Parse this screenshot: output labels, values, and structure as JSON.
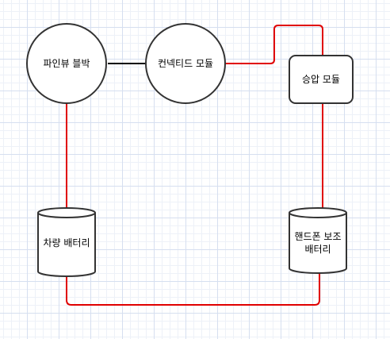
{
  "diagram": {
    "nodes": {
      "blackbox": {
        "label": "파인뷰 블박"
      },
      "connected_module": {
        "label": "컨넥티드 모듈"
      },
      "boost_module": {
        "label": "승압 모듈"
      },
      "car_battery": {
        "label": "차량 배터리"
      },
      "phone_battery": {
        "line1": "핸드폰 보조",
        "line2": "배터리"
      }
    },
    "colors": {
      "wire_red": "#e00000",
      "link_black": "#000000",
      "shape_stroke": "#333333",
      "shape_fill": "#ffffff"
    }
  }
}
